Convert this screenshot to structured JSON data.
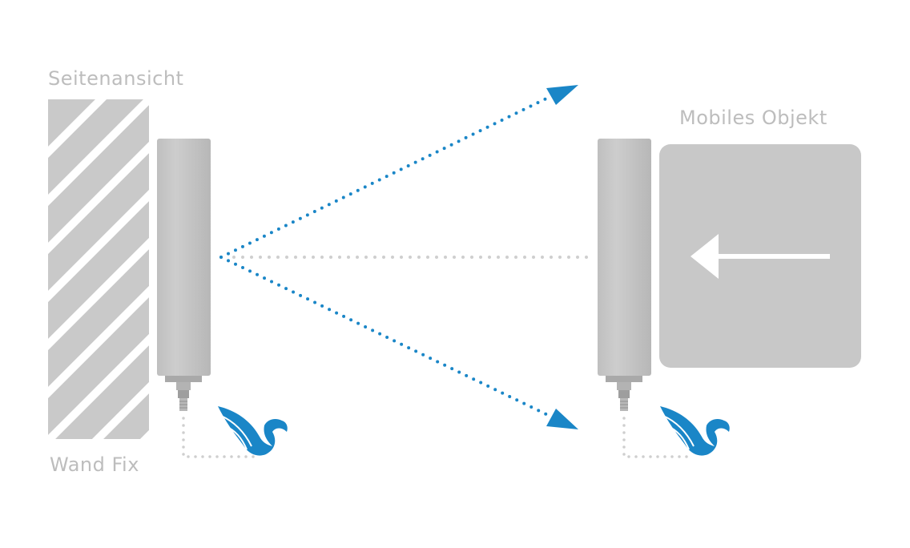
{
  "labels": {
    "side_view": "Seitenansicht",
    "wall": "Wand Fix",
    "mobile_object": "Mobiles Objekt"
  },
  "colors": {
    "label_gray": "#bdbdbd",
    "wall_gray": "#c9c9c9",
    "sensor_gray": "#c4c4c4",
    "object_gray": "#c8c8c8",
    "beam_blue": "#1a86c7",
    "dotted_gray": "#cfcfcf",
    "logo_blue": "#1a86c7"
  },
  "icons": {
    "logo": "eagle-logo-icon",
    "direction": "arrow-left-icon"
  }
}
